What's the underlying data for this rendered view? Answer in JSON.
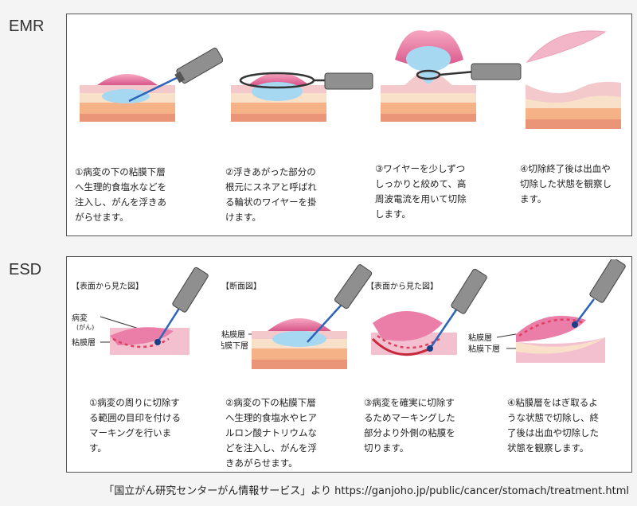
{
  "emr": {
    "label": "EMR",
    "steps": [
      {
        "caption": "①病変の下の粘膜下層\nへ生理的食塩水などを\n注入し、がんを浮きあ\nがらせます。"
      },
      {
        "caption": "②浮きあがった部分の\n根元にスネアと呼ばれ\nる輪状のワイヤーを掛\nけます。"
      },
      {
        "caption": "③ワイヤーを少しずつ\nしっかりと絞めて、高\n周波電流を用いて切除\nします。"
      },
      {
        "caption": "④切除終了後は出血や\n切除した状態を観察し\nます。"
      }
    ]
  },
  "esd": {
    "label": "ESD",
    "steps": [
      {
        "view": "【表面から見た図】",
        "labels": [
          "病変",
          "(がん)",
          "粘膜層"
        ],
        "caption": "①病変の周りに切除す\nる範囲の目印を付ける\nマーキングを行いま\nす。"
      },
      {
        "view": "【断面図】",
        "labels": [
          "粘膜層",
          "粘膜下層"
        ],
        "caption": "②病変の下の粘膜下層\nへ生理的食塩水やヒア\nルロン酸ナトリウムな\nどを注入し、がんを浮\nきあがらせます。"
      },
      {
        "view": "【表面から見た図】",
        "labels": [],
        "caption": "③病変を確実に切除す\nるためマーキングした\n部分より外側の粘膜を\n切ります。"
      },
      {
        "view": "",
        "labels": [
          "粘膜層",
          "粘膜下層"
        ],
        "caption": "④粘膜層をはぎ取るよ\nうな状態で切除し、終\n了後は出血や切除した\n状態を観察します。"
      }
    ]
  },
  "footer": {
    "text": "「国立がん研究センターがん情報サービス」より https://ganjoho.jp/public/cancer/stomach/treatment.html"
  },
  "colors": {
    "tissue_top": "#f0c6c6",
    "tissue_mid": "#f4b48a",
    "tissue_low": "#e8907a",
    "lesion": "#e06090",
    "fluid": "#a6d8f2",
    "blade": "#2d63b8",
    "marking": "#e04060"
  }
}
